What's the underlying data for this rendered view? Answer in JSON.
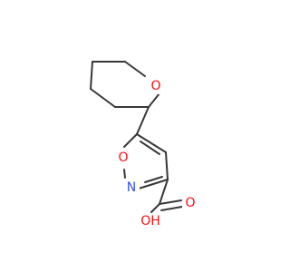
{
  "molecule": {
    "atoms": {
      "ring_oxygen": {
        "symbol": "O",
        "color": "#ff0d0d"
      },
      "isoxazole_oxygen": {
        "symbol": "O",
        "color": "#ff0d0d"
      },
      "isoxazole_nitrogen": {
        "symbol": "N",
        "color": "#3050f8"
      },
      "carbonyl_oxygen": {
        "symbol": "O",
        "color": "#ff0d0d"
      },
      "hydroxyl": {
        "symbol": "OH",
        "color": "#ff0d0d"
      }
    },
    "bond_color": "#383838"
  }
}
